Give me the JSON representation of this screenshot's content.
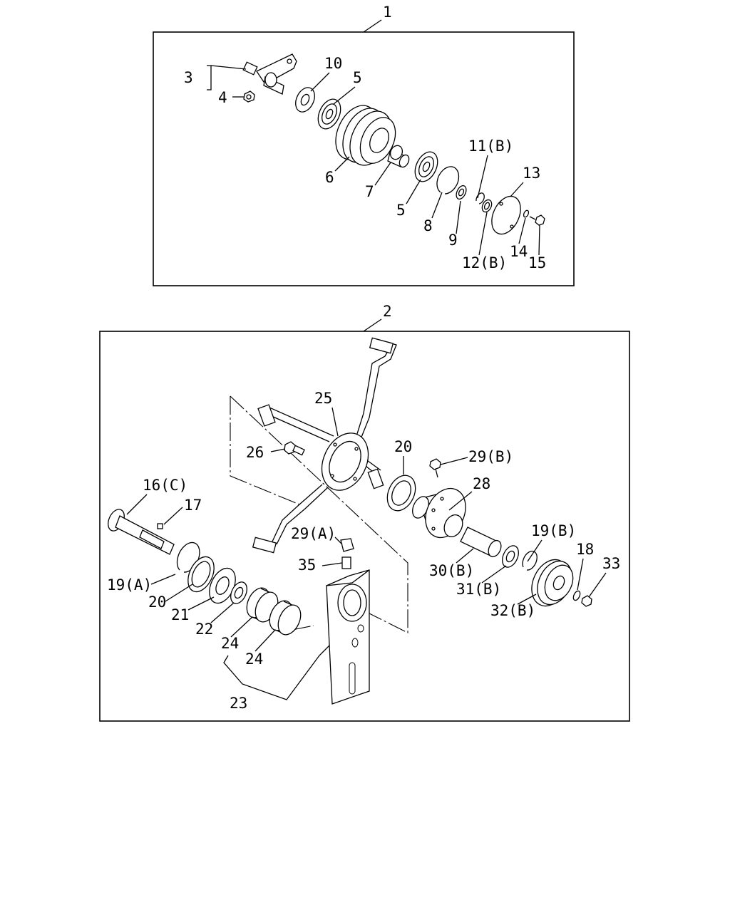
{
  "groups": [
    {
      "number": "1"
    },
    {
      "number": "2"
    }
  ],
  "callouts": {
    "c1": "3",
    "c2": "4",
    "c3": "10",
    "c4": "5",
    "c5": "6",
    "c6": "7",
    "c7": "5",
    "c8": "8",
    "c9": "9",
    "c10": "11(B)",
    "c11": "12(B)",
    "c12": "13",
    "c13": "14",
    "c14": "15",
    "c15": "25",
    "c16": "26",
    "c17": "20",
    "c18": "29(B)",
    "c19": "28",
    "c20": "16(C)",
    "c21": "17",
    "c22": "29(A)",
    "c23": "35",
    "c24": "19(B)",
    "c25": "18",
    "c26": "33",
    "c27": "19(A)",
    "c28": "20",
    "c29": "21",
    "c30": "22",
    "c31": "24",
    "c32": "24",
    "c33": "23",
    "c34": "30(B)",
    "c35": "31(B)",
    "c36": "32(B)"
  }
}
